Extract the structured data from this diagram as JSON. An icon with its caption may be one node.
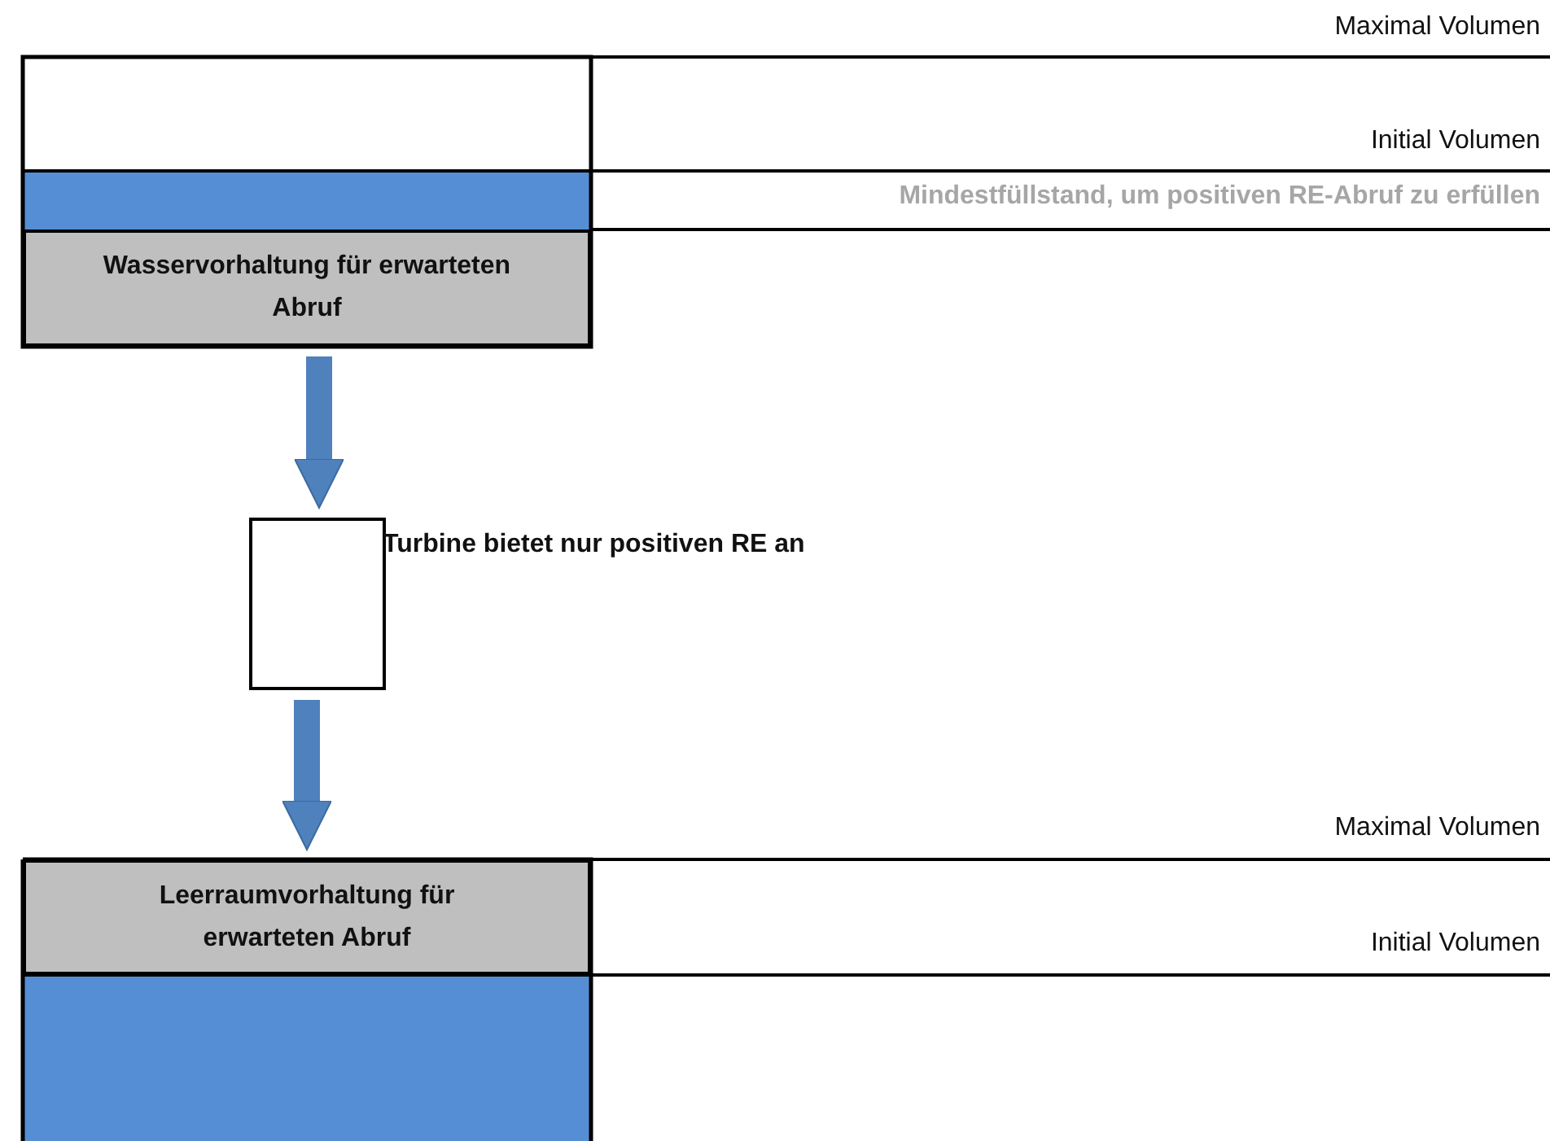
{
  "diagram": {
    "nodes": [
      {
        "text": [
          "Wasservorhaltung für erwarteten Abruf"
        ]
      },
      {
        "text": [],
        "shape": "box",
        "beside": [
          "Turbine bietet nur positiven RE an"
        ]
      },
      {
        "text": [
          "Leerraumvorhaltung für erwarteten Abruf"
        ]
      }
    ],
    "edges": [
      {
        "from": 0,
        "to": 1,
        "arrow": "to"
      },
      {
        "from": 1,
        "to": 2,
        "arrow": "to"
      }
    ],
    "labels": [
      "Maximal Volumen",
      "Initial Volumen",
      "Mindestfüllstand, um positiven RE-Abruf zu erfüllen",
      "Maximal Volumen",
      "Initial Volumen"
    ]
  }
}
